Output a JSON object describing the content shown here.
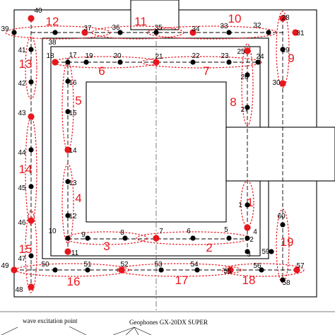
{
  "colors": {
    "wall": "#000000",
    "sensor": "#000000",
    "excitation": "#e8161d",
    "group": "#e8161d"
  },
  "legend": {
    "excitation_label": "wave excitation point",
    "geophone_label": "Geophones GX-20DX SUPER"
  },
  "points": [
    {
      "id": "1",
      "exc": false
    },
    {
      "id": "2",
      "exc": false
    },
    {
      "id": "3",
      "exc": false
    },
    {
      "id": "4",
      "exc": true
    },
    {
      "id": "5",
      "exc": false
    },
    {
      "id": "6",
      "exc": false
    },
    {
      "id": "7",
      "exc": true
    },
    {
      "id": "8",
      "exc": false
    },
    {
      "id": "9",
      "exc": false
    },
    {
      "id": "10",
      "exc": false
    },
    {
      "id": "11",
      "exc": true
    },
    {
      "id": "12",
      "exc": false
    },
    {
      "id": "13",
      "exc": false
    },
    {
      "id": "14",
      "exc": true
    },
    {
      "id": "15",
      "exc": false
    },
    {
      "id": "16",
      "exc": false
    },
    {
      "id": "17",
      "exc": false
    },
    {
      "id": "18",
      "exc": true
    },
    {
      "id": "19",
      "exc": false
    },
    {
      "id": "20",
      "exc": false
    },
    {
      "id": "21",
      "exc": true
    },
    {
      "id": "22",
      "exc": false
    },
    {
      "id": "23",
      "exc": false
    },
    {
      "id": "24",
      "exc": false
    },
    {
      "id": "25",
      "exc": true
    },
    {
      "id": "26",
      "exc": false
    },
    {
      "id": "27",
      "exc": false
    },
    {
      "id": "28",
      "exc": true
    },
    {
      "id": "29",
      "exc": false
    },
    {
      "id": "30",
      "exc": true
    },
    {
      "id": "31",
      "exc": true
    },
    {
      "id": "32",
      "exc": false
    },
    {
      "id": "33",
      "exc": false
    },
    {
      "id": "34",
      "exc": true
    },
    {
      "id": "35",
      "exc": false
    },
    {
      "id": "36",
      "exc": false
    },
    {
      "id": "37",
      "exc": true
    },
    {
      "id": "38",
      "exc": false
    },
    {
      "id": "39",
      "exc": false
    },
    {
      "id": "40",
      "exc": true
    },
    {
      "id": "41",
      "exc": false
    },
    {
      "id": "42",
      "exc": false
    },
    {
      "id": "43",
      "exc": true
    },
    {
      "id": "44",
      "exc": false
    },
    {
      "id": "45",
      "exc": false
    },
    {
      "id": "46",
      "exc": true
    },
    {
      "id": "47",
      "exc": false
    },
    {
      "id": "48",
      "exc": true
    },
    {
      "id": "49",
      "exc": true
    },
    {
      "id": "50",
      "exc": false
    },
    {
      "id": "51",
      "exc": false
    },
    {
      "id": "52",
      "exc": true
    },
    {
      "id": "53",
      "exc": false
    },
    {
      "id": "54",
      "exc": false
    },
    {
      "id": "55",
      "exc": true
    },
    {
      "id": "56",
      "exc": false
    },
    {
      "id": "57",
      "exc": true
    },
    {
      "id": "58",
      "exc": false
    },
    {
      "id": "59",
      "exc": false
    },
    {
      "id": "60",
      "exc": false
    }
  ],
  "groups": [
    "1",
    "2",
    "3",
    "4",
    "5",
    "6",
    "7",
    "8",
    "9",
    "10",
    "11",
    "12",
    "13",
    "14",
    "15",
    "16",
    "17",
    "18",
    "19"
  ]
}
